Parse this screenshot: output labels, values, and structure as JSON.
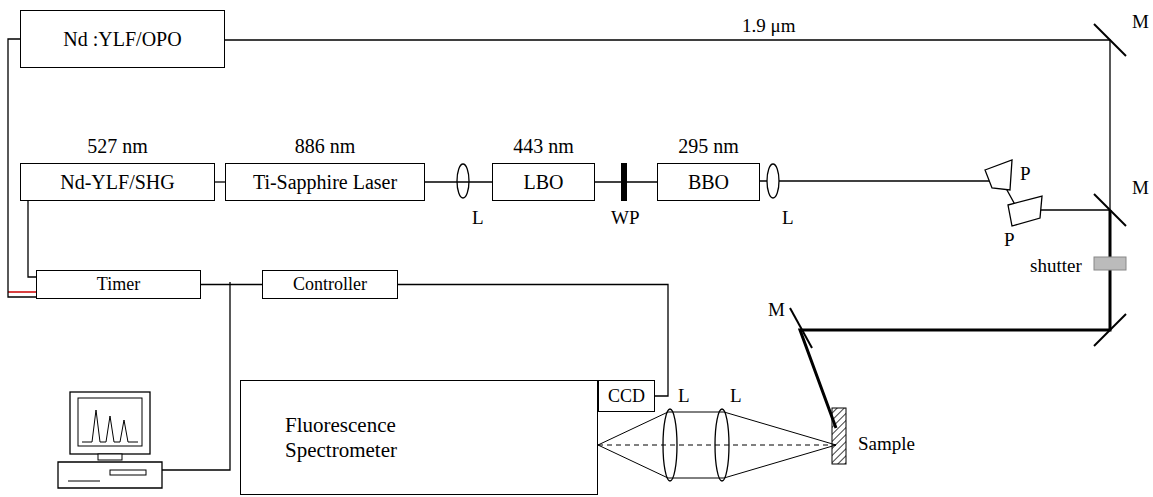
{
  "diagram": {
    "nodes": [
      {
        "text": [
          "Nd :YLF/OPO"
        ]
      },
      {
        "text": [
          "527 nm",
          "Nd-YLF/SHG"
        ]
      },
      {
        "text": [
          "886 nm",
          "Ti-Sapphire Laser"
        ]
      },
      {
        "text": [
          "443 nm",
          "LBO"
        ]
      },
      {
        "text": [
          "295 nm",
          "BBO"
        ]
      },
      {
        "text": [
          "Timer"
        ]
      },
      {
        "text": [
          "Controller"
        ]
      },
      {
        "text": [
          "Fluorescence Spectrometer"
        ]
      },
      {
        "text": [
          "CCD"
        ]
      }
    ],
    "edges": [
      {
        "from": 1,
        "to": 2,
        "arrow": "none"
      },
      {
        "from": 2,
        "to": 3,
        "arrow": "none"
      },
      {
        "from": 3,
        "to": 4,
        "arrow": "none"
      },
      {
        "from": 0,
        "to": 5,
        "arrow": "none"
      },
      {
        "from": 1,
        "to": 5,
        "arrow": "none"
      },
      {
        "from": 5,
        "to": 6,
        "arrow": "none"
      },
      {
        "from": 6,
        "to": 8,
        "arrow": "none"
      }
    ],
    "labels": [
      "1.9 μm",
      "M",
      "M",
      "P",
      "P",
      "shutter",
      "M",
      "L",
      "WP",
      "L",
      "L",
      "L",
      "Sample"
    ]
  }
}
